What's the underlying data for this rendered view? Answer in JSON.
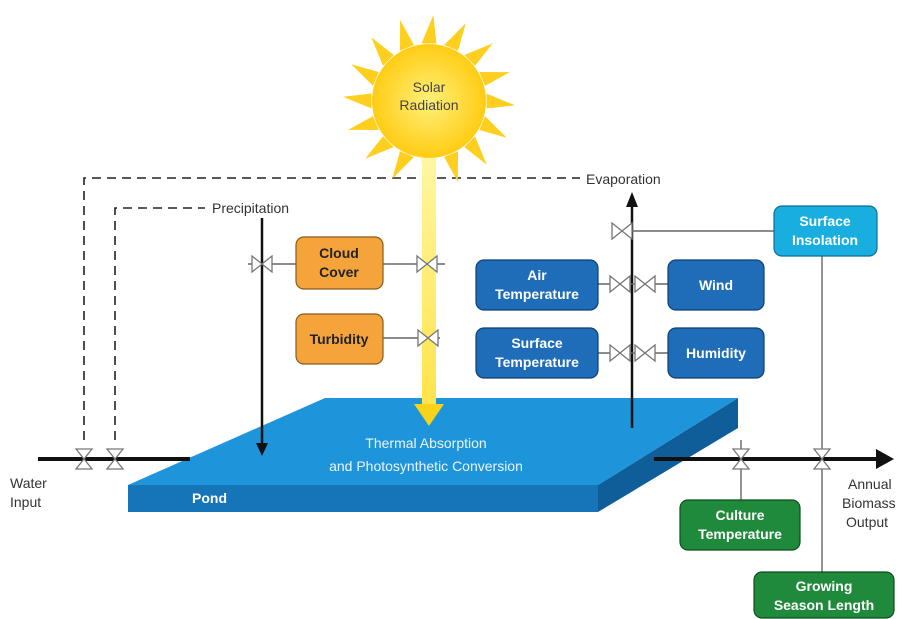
{
  "sun": {
    "line1": "Solar",
    "line2": "Radiation"
  },
  "labels": {
    "evaporation": "Evaporation",
    "precipitation": "Precipitation",
    "water_input_1": "Water",
    "water_input_2": "Input",
    "output_1": "Annual",
    "output_2": "Biomass",
    "output_3": "Output"
  },
  "pond": {
    "name": "Pond",
    "caption_1": "Thermal Absorption",
    "caption_2": "and Photosynthetic Conversion"
  },
  "boxes": {
    "cloud_cover": {
      "line1": "Cloud",
      "line2": "Cover"
    },
    "turbidity": {
      "line1": "Turbidity"
    },
    "air_temperature": {
      "line1": "Air",
      "line2": "Temperature"
    },
    "surface_temperature": {
      "line1": "Surface",
      "line2": "Temperature"
    },
    "wind": {
      "line1": "Wind"
    },
    "humidity": {
      "line1": "Humidity"
    },
    "surface_insolation": {
      "line1": "Surface",
      "line2": "Insolation"
    },
    "culture_temperature": {
      "line1": "Culture",
      "line2": "Temperature"
    },
    "growing_season_length": {
      "line1": "Growing",
      "line2": "Season Length"
    }
  },
  "colors": {
    "orange": "#f4a43a",
    "blue": "#1f6db8",
    "cyan": "#19aee0",
    "green": "#1f8a3b",
    "pond_top": "#1c8fd6",
    "pond_side": "#1573b4",
    "sun": "#ffd21f",
    "beam": "#ffe65a"
  }
}
